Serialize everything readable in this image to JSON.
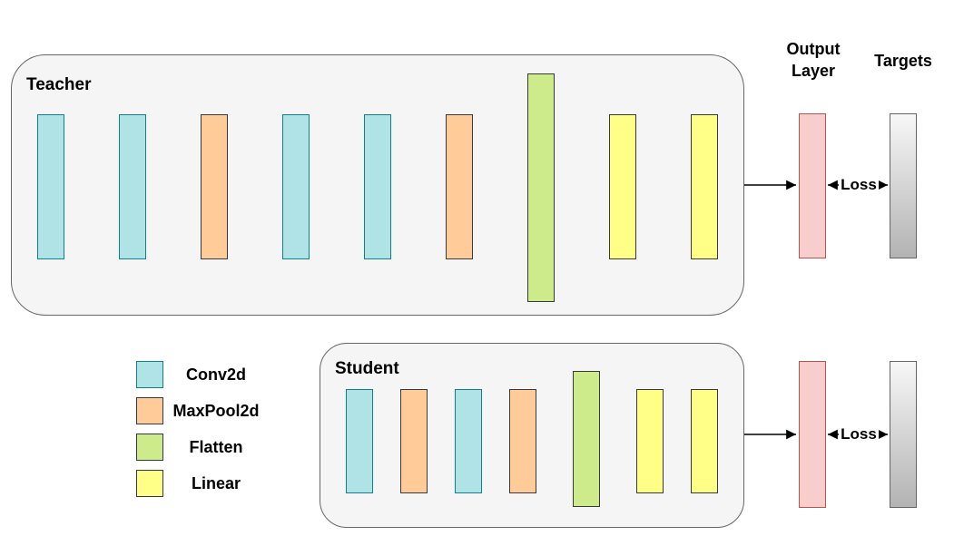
{
  "teacher": {
    "label": "Teacher",
    "layers": [
      "Conv2d",
      "Conv2d",
      "MaxPool2d",
      "Conv2d",
      "Conv2d",
      "MaxPool2d",
      "Flatten",
      "Linear",
      "Linear"
    ]
  },
  "student": {
    "label": "Student",
    "layers": [
      "Conv2d",
      "MaxPool2d",
      "Conv2d",
      "MaxPool2d",
      "Flatten",
      "Linear",
      "Linear"
    ]
  },
  "output_layer": {
    "label": "Output Layer",
    "fill": "#f8cecc",
    "border": "#b85450"
  },
  "targets": {
    "label": "Targets",
    "fill_top": "#f7f7f7",
    "fill_bottom": "#b3b3b3",
    "border": "#666666"
  },
  "loss": {
    "teacher_label": "Loss",
    "student_label": "Loss"
  },
  "legend": {
    "items": [
      {
        "label": "Conv2d",
        "color": "#b0e3e6",
        "border": "#0e8088"
      },
      {
        "label": "MaxPool2d",
        "color": "#ffcc99",
        "border": "#36393d"
      },
      {
        "label": "Flatten",
        "color": "#cdeb8b",
        "border": "#36393d"
      },
      {
        "label": "Linear",
        "color": "#ffff88",
        "border": "#36393d"
      }
    ]
  },
  "containers": {
    "fill": "#f5f5f5",
    "border": "#666666"
  },
  "arrow_color": "#000000"
}
